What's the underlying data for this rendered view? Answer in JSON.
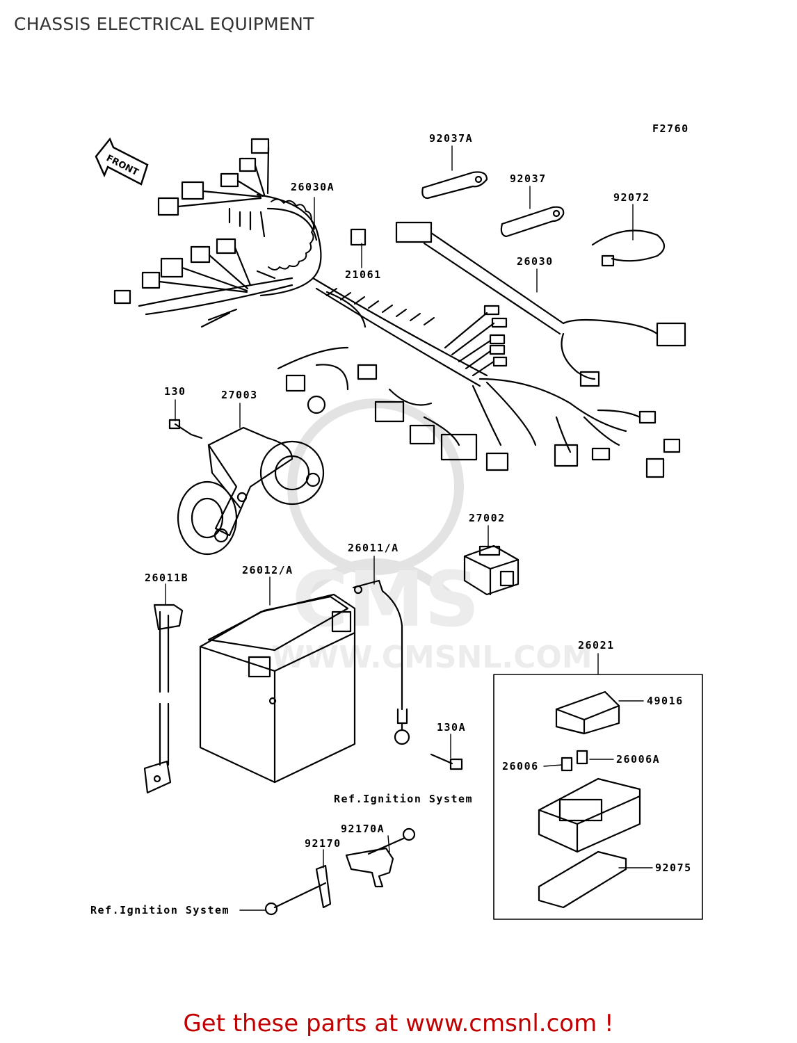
{
  "header": {
    "title": "CHASSIS ELECTRICAL EQUIPMENT"
  },
  "diagram": {
    "figure_code": "F2760",
    "direction_arrow": "FRONT",
    "parts": [
      {
        "id": "p-92037a",
        "label": "92037A"
      },
      {
        "id": "p-92037",
        "label": "92037"
      },
      {
        "id": "p-92072",
        "label": "92072"
      },
      {
        "id": "p-26030a",
        "label": "26030A"
      },
      {
        "id": "p-21061",
        "label": "21061"
      },
      {
        "id": "p-26030",
        "label": "26030"
      },
      {
        "id": "p-130",
        "label": "130"
      },
      {
        "id": "p-27003",
        "label": "27003"
      },
      {
        "id": "p-27002",
        "label": "27002"
      },
      {
        "id": "p-26011a",
        "label": "26011/A"
      },
      {
        "id": "p-26011b",
        "label": "26011B"
      },
      {
        "id": "p-26012a",
        "label": "26012/A"
      },
      {
        "id": "p-26021",
        "label": "26021"
      },
      {
        "id": "p-49016",
        "label": "49016"
      },
      {
        "id": "p-130a",
        "label": "130A"
      },
      {
        "id": "p-26006",
        "label": "26006"
      },
      {
        "id": "p-26006a",
        "label": "26006A"
      },
      {
        "id": "p-92170a",
        "label": "92170A"
      },
      {
        "id": "p-92170",
        "label": "92170"
      },
      {
        "id": "p-92075",
        "label": "92075"
      }
    ],
    "references": [
      {
        "id": "ref-upper",
        "label": "Ref.Ignition System"
      },
      {
        "id": "ref-lower",
        "label": "Ref.Ignition System"
      }
    ]
  },
  "watermark": {
    "brand": "CMS",
    "url": "WWW.CMSNL.COM"
  },
  "footer": {
    "cta": "Get these parts at www.cmsnl.com !"
  },
  "colors": {
    "cta": "#c00000",
    "line": "#000000",
    "watermark": "#e6e6e6"
  }
}
